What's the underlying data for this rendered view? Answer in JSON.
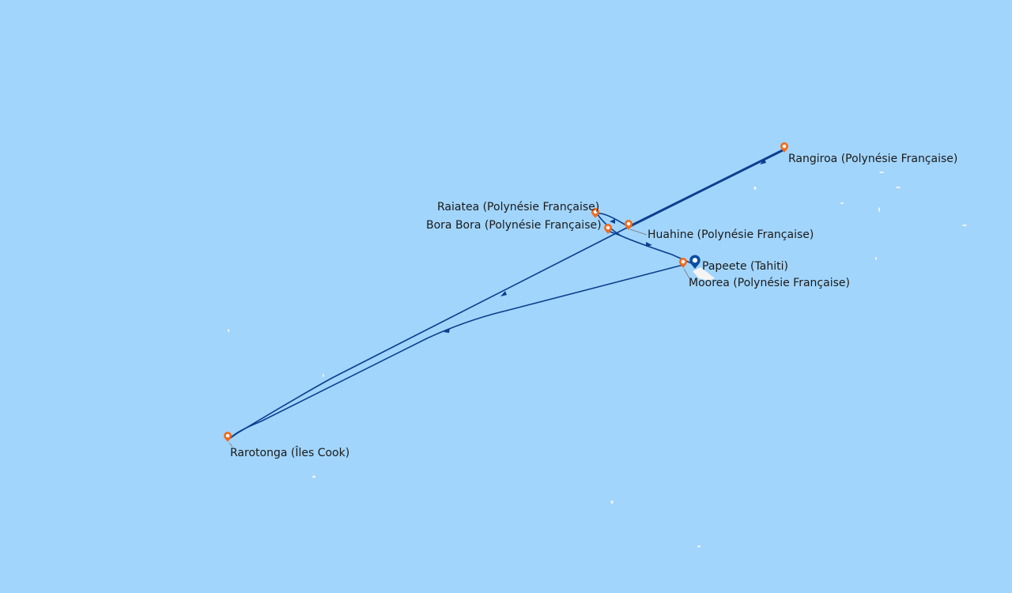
{
  "colors": {
    "sea": "#a2d5fb",
    "route": "#0b3f8f",
    "port_pin": "#f26a1b",
    "home_pin": "#0b4da2",
    "land": "#f4f4f4"
  },
  "ports": [
    {
      "name": "Rangiroa (Polynésie Française)",
      "type": "port-pin"
    },
    {
      "name": "Raiatea (Polynésie Française)",
      "type": "port-pin"
    },
    {
      "name": "Bora Bora (Polynésie Française)",
      "type": "port-pin"
    },
    {
      "name": "Huahine (Polynésie Française)",
      "type": "port-pin"
    },
    {
      "name": "Papeete (Tahiti)",
      "type": "home-pin"
    },
    {
      "name": "Moorea (Polynésie Française)",
      "type": "port-pin"
    },
    {
      "name": "Rarotonga (Îles Cook)",
      "type": "port-pin"
    }
  ]
}
